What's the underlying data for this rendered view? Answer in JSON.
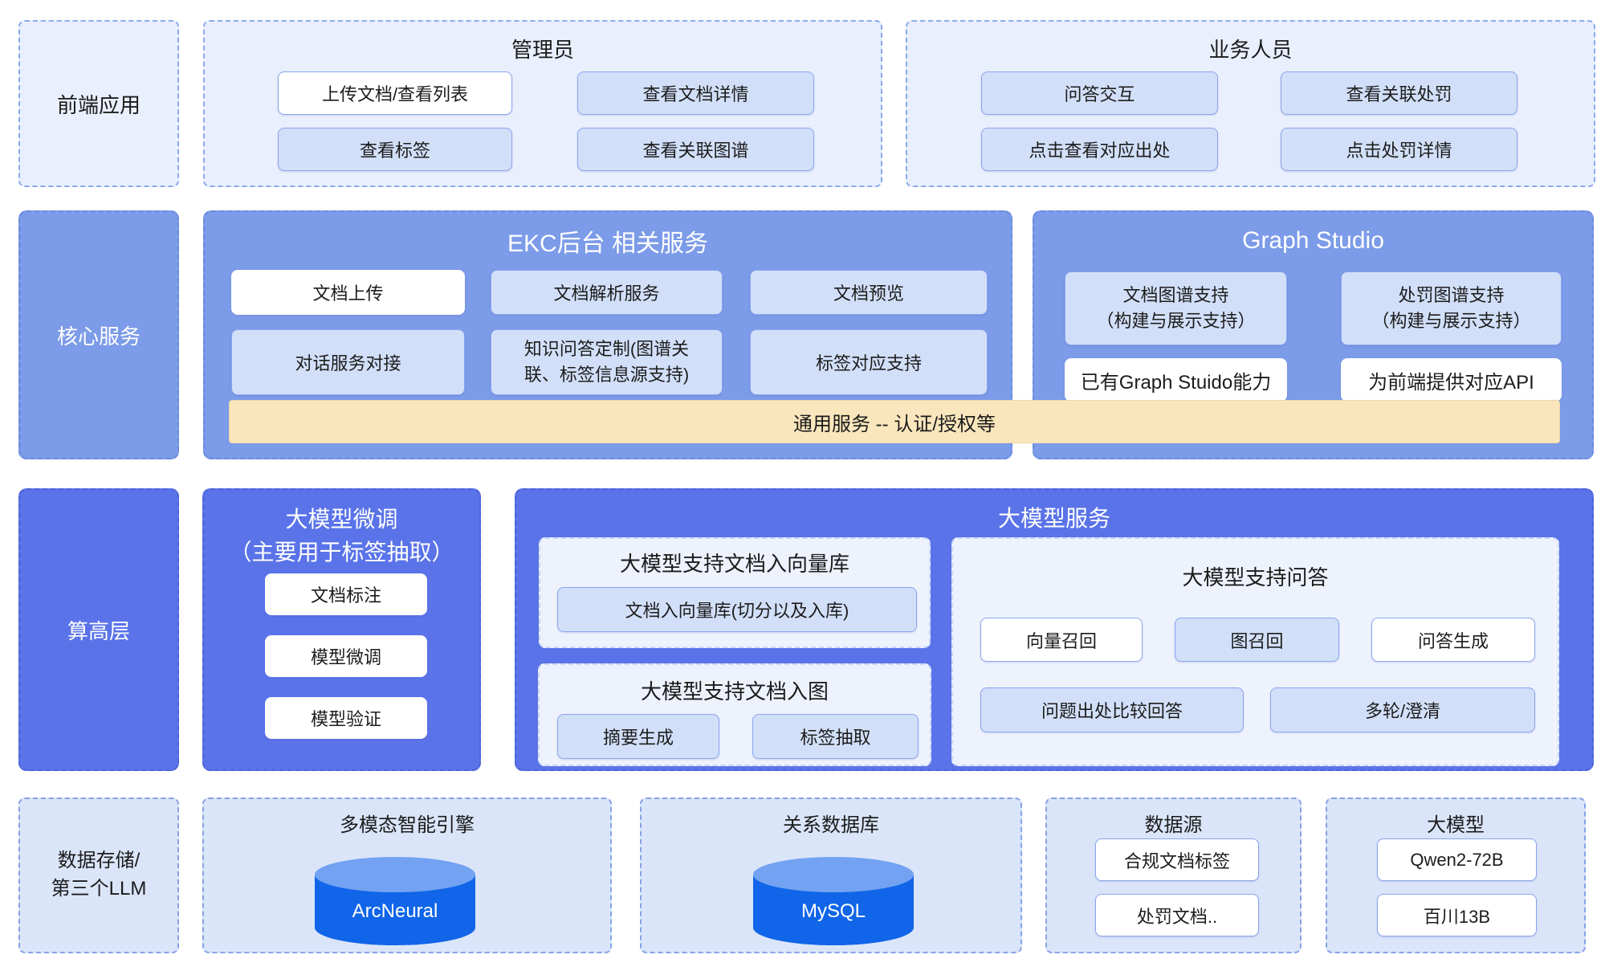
{
  "layers": {
    "frontend": {
      "label": "前端应用",
      "admin": {
        "title": "管理员",
        "buttons": [
          "上传文档/查看列表",
          "查看文档详情",
          "查看标签",
          "查看关联图谱"
        ]
      },
      "business": {
        "title": "业务人员",
        "buttons": [
          "问答交互",
          "查看关联处罚",
          "点击查看对应出处",
          "点击处罚详情"
        ]
      }
    },
    "core": {
      "label": "核心服务",
      "ekc": {
        "title": "EKC后台 相关服务",
        "buttons": [
          "文档上传",
          "文档解析服务",
          "文档预览",
          "对话服务对接",
          "知识问答定制(图谱关联、标签信息源支持)",
          "标签对应支持"
        ]
      },
      "graph_studio": {
        "title": "Graph Studio",
        "buttons": [
          "文档图谱支持\n（构建与展示支持）",
          "处罚图谱支持\n（构建与展示支持）",
          "已有Graph Stuido能力",
          "为前端提供对应API"
        ]
      },
      "common_bar": "通用服务 -- 认证/授权等"
    },
    "algo": {
      "label": "算高层",
      "finetune": {
        "title": "大模型微调\n（主要用于标签抽取）",
        "buttons": [
          "文档标注",
          "模型微调",
          "模型验证"
        ]
      },
      "llm_service": {
        "title": "大模型服务",
        "vector": {
          "title": "大模型支持文档入向量库",
          "button": "文档入向量库(切分以及入库)"
        },
        "graph_ingest": {
          "title": "大模型支持文档入图",
          "buttons": [
            "摘要生成",
            "标签抽取"
          ]
        },
        "qa": {
          "title": "大模型支持问答",
          "buttons": [
            "向量召回",
            "图召回",
            "问答生成",
            "问题出处比较回答",
            "多轮/澄清"
          ]
        }
      }
    },
    "storage": {
      "label": "数据存储/\n第三个LLM",
      "engine": {
        "title": "多模态智能引擎",
        "db": "ArcNeural"
      },
      "rdb": {
        "title": "关系数据库",
        "db": "MySQL"
      },
      "datasource": {
        "title": "数据源",
        "buttons": [
          "合规文档标签",
          "处罚文档.."
        ]
      },
      "models": {
        "title": "大模型",
        "buttons": [
          "Qwen2-72B",
          "百川13B"
        ]
      }
    }
  },
  "colors": {
    "panel_light": "#e9effc",
    "panel_cornflower": "#7c9be8",
    "panel_indigo": "#5a73e8",
    "subpanel_light": "#edf2fd",
    "storage_box": "#dbe5f9",
    "button_lightblue": "#d2dff8",
    "button_border": "#8ba6ee",
    "bar_yellow": "#fae6bc",
    "cylinder_body": "#1065e8",
    "cylinder_top": "#72a2f1"
  }
}
